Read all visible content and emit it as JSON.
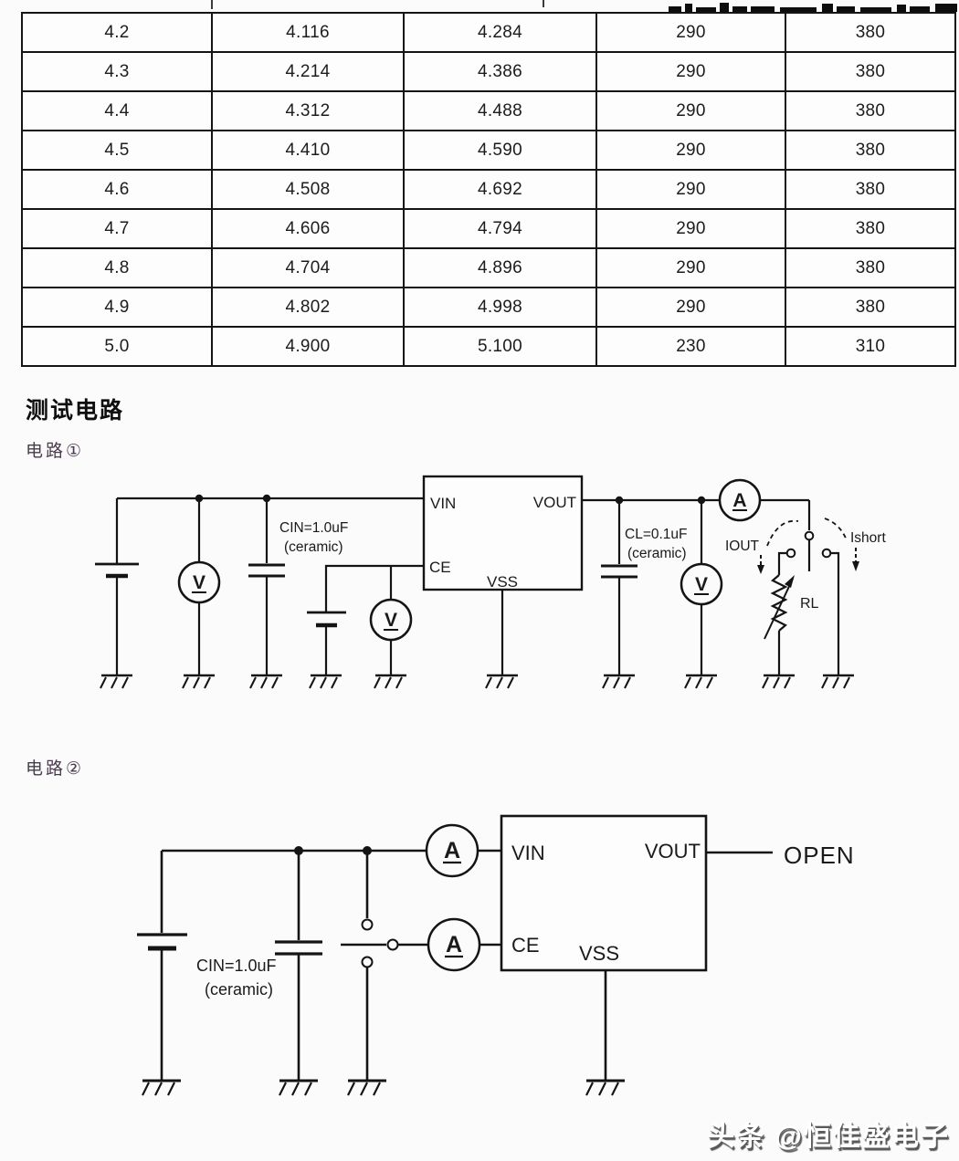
{
  "section": {
    "title": "测试电路"
  },
  "table": {
    "rows": [
      [
        "4.2",
        "4.116",
        "4.284",
        "290",
        "380"
      ],
      [
        "4.3",
        "4.214",
        "4.386",
        "290",
        "380"
      ],
      [
        "4.4",
        "4.312",
        "4.488",
        "290",
        "380"
      ],
      [
        "4.5",
        "4.410",
        "4.590",
        "290",
        "380"
      ],
      [
        "4.6",
        "4.508",
        "4.692",
        "290",
        "380"
      ],
      [
        "4.7",
        "4.606",
        "4.794",
        "290",
        "380"
      ],
      [
        "4.8",
        "4.704",
        "4.896",
        "290",
        "380"
      ],
      [
        "4.9",
        "4.802",
        "4.998",
        "290",
        "380"
      ],
      [
        "5.0",
        "4.900",
        "5.100",
        "230",
        "310"
      ]
    ]
  },
  "circuit1": {
    "label": "电路①",
    "ic": {
      "vin": "VIN",
      "vout": "VOUT",
      "ce": "CE",
      "vss": "VSS"
    },
    "cin_label": "CIN=1.0uF",
    "cin_sub": "(ceramic)",
    "cl_label": "CL=0.1uF",
    "cl_sub": "(ceramic)",
    "iout": "IOUT",
    "ishort": "Ishort",
    "rl": "RL",
    "voltmeter": "V",
    "ammeter": "A"
  },
  "circuit2": {
    "label": "电路②",
    "ic": {
      "vin": "VIN",
      "vout": "VOUT",
      "ce": "CE",
      "vss": "VSS"
    },
    "cin_label": "CIN=1.0uF",
    "cin_sub": "(ceramic)",
    "open": "OPEN",
    "ammeter": "A"
  },
  "watermark": {
    "text": "头条 @恒佳盛电子"
  },
  "colors": {
    "line": "#141414",
    "circuit_label": "#4a3a4e",
    "background": "#fbfbfb",
    "watermark_shadow": "#585858"
  }
}
